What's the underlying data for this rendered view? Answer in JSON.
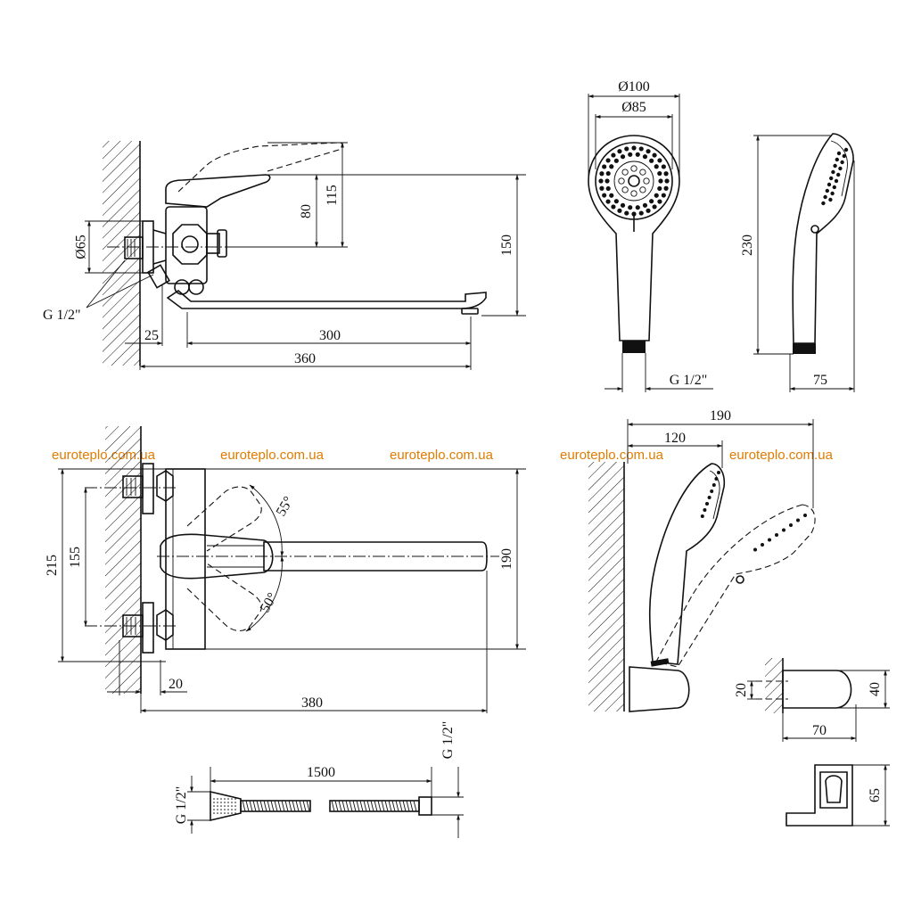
{
  "watermark": "euroteplo.com.ua",
  "mixer_side": {
    "dims": {
      "d65": "Ø65",
      "g12": "G 1/2\"",
      "d25": "25",
      "d300": "300",
      "d360": "360",
      "d80": "80",
      "d115": "115",
      "d150": "150"
    }
  },
  "hand_shower": {
    "dims": {
      "d100": "Ø100",
      "d85": "Ø85",
      "d230": "230",
      "d75": "75",
      "g12": "G 1/2\""
    }
  },
  "mixer_top": {
    "dims": {
      "d215": "215",
      "d155": "155",
      "d190": "190",
      "d20": "20",
      "d380": "380",
      "a55": "55°",
      "a50": "50°"
    }
  },
  "holder_side": {
    "dims": {
      "d190": "190",
      "d120": "120"
    }
  },
  "bracket": {
    "dims": {
      "d20": "20",
      "d40": "40",
      "d70": "70",
      "d65": "65"
    }
  },
  "hose": {
    "dims": {
      "d1500": "1500",
      "g12_left": "G 1/2\"",
      "g12_right": "G 1/2\""
    }
  }
}
